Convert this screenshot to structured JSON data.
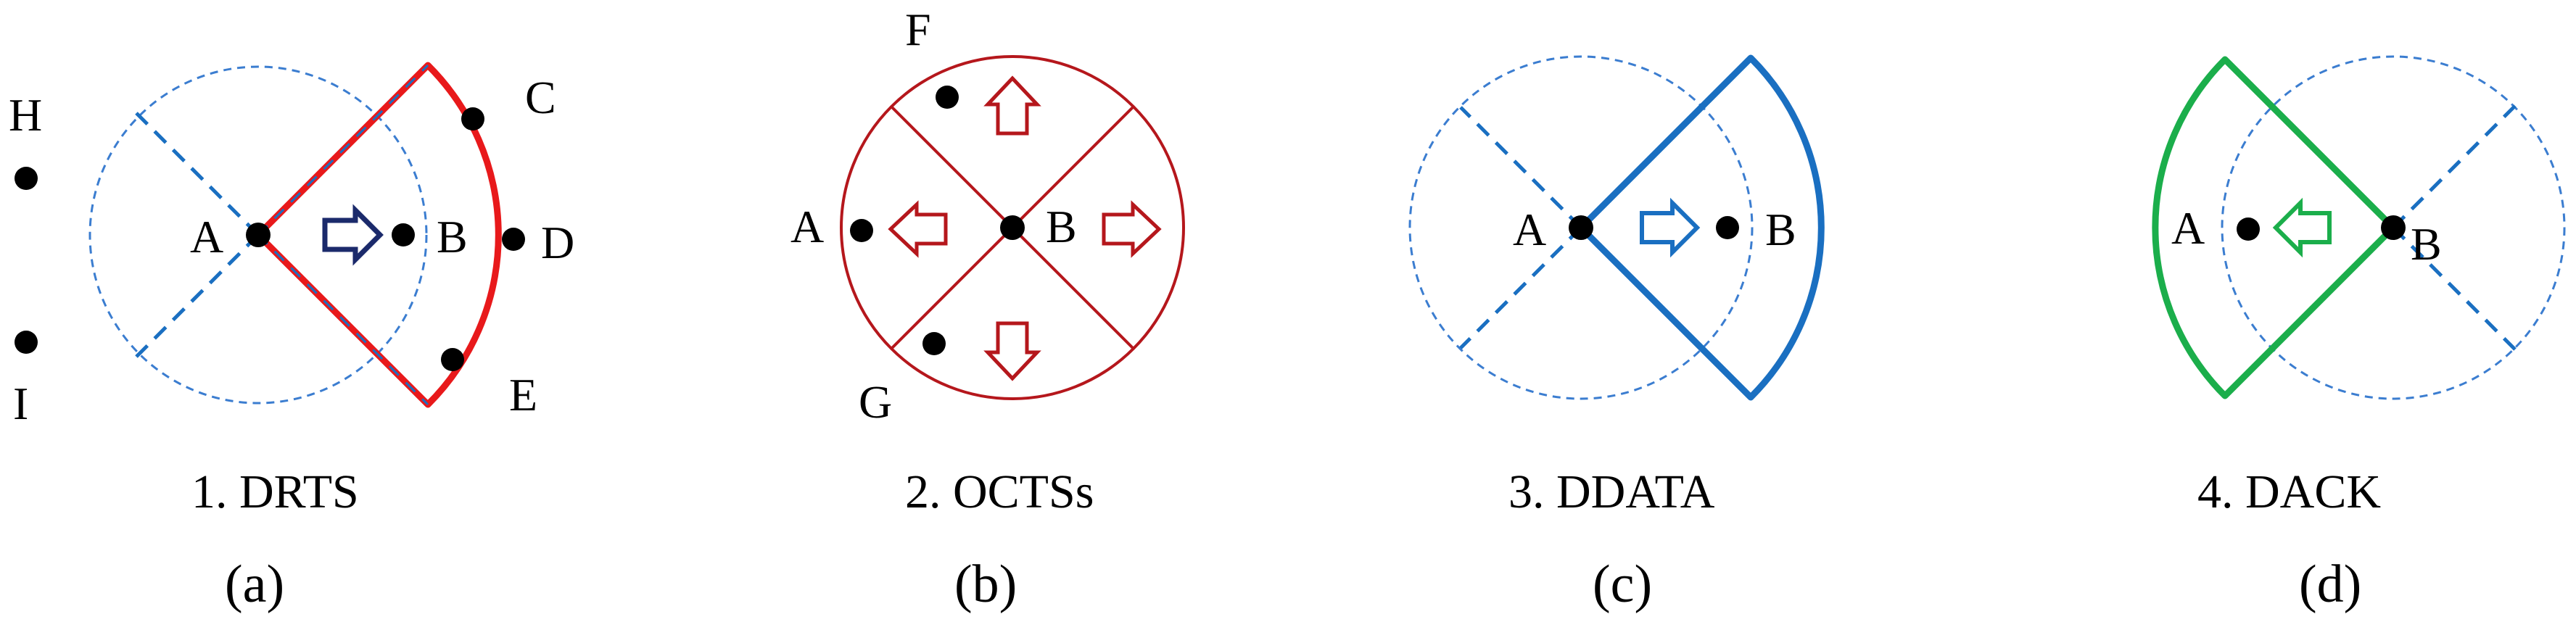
{
  "colors": {
    "red": "#e8191b",
    "darkred": "#b5171c",
    "blue": "#1a6fc1",
    "navy": "#1b2a6b",
    "green": "#1bae4b",
    "dashed_circle": "#3b7dd0",
    "node": "#000000"
  },
  "panels": [
    {
      "id": "a",
      "caption": "1. DRTS",
      "sublabel": "(a)",
      "nodes": {
        "H": "H",
        "I": "I",
        "A": "A",
        "B": "B",
        "C": "C",
        "D": "D",
        "E": "E"
      }
    },
    {
      "id": "b",
      "caption": "2. OCTSs",
      "sublabel": "(b)",
      "nodes": {
        "F": "F",
        "A": "A",
        "B": "B",
        "G": "G"
      }
    },
    {
      "id": "c",
      "caption": "3. DDATA",
      "sublabel": "(c)",
      "nodes": {
        "A": "A",
        "B": "B"
      }
    },
    {
      "id": "d",
      "caption": "4. DACK",
      "sublabel": "(d)",
      "nodes": {
        "A": "A",
        "B": "B"
      }
    }
  ]
}
